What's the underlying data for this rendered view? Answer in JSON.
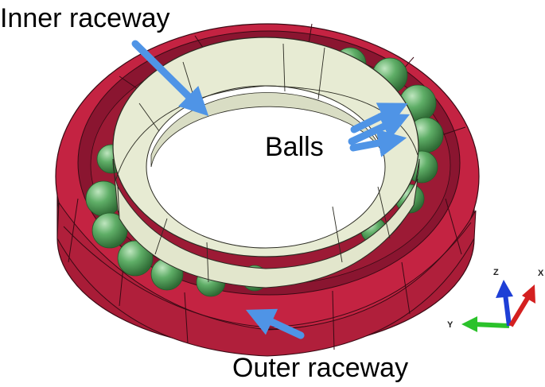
{
  "labels": {
    "inner": "Inner raceway",
    "balls": "Balls",
    "outer": "Outer raceway"
  },
  "axis_triad": {
    "x": "X",
    "y": "Y",
    "z": "Z"
  },
  "colors": {
    "outer_raceway": "#b8203e",
    "outer_raceway_dark": "#8e1730",
    "inner_raceway": "#e8ecd4",
    "inner_raceway_shade": "#c9ceb2",
    "balls": "#4f9a58",
    "arrow": "#4f94e6",
    "axis_x": "#d42020",
    "axis_y": "#2bc22b",
    "axis_z": "#1e3fd6"
  }
}
